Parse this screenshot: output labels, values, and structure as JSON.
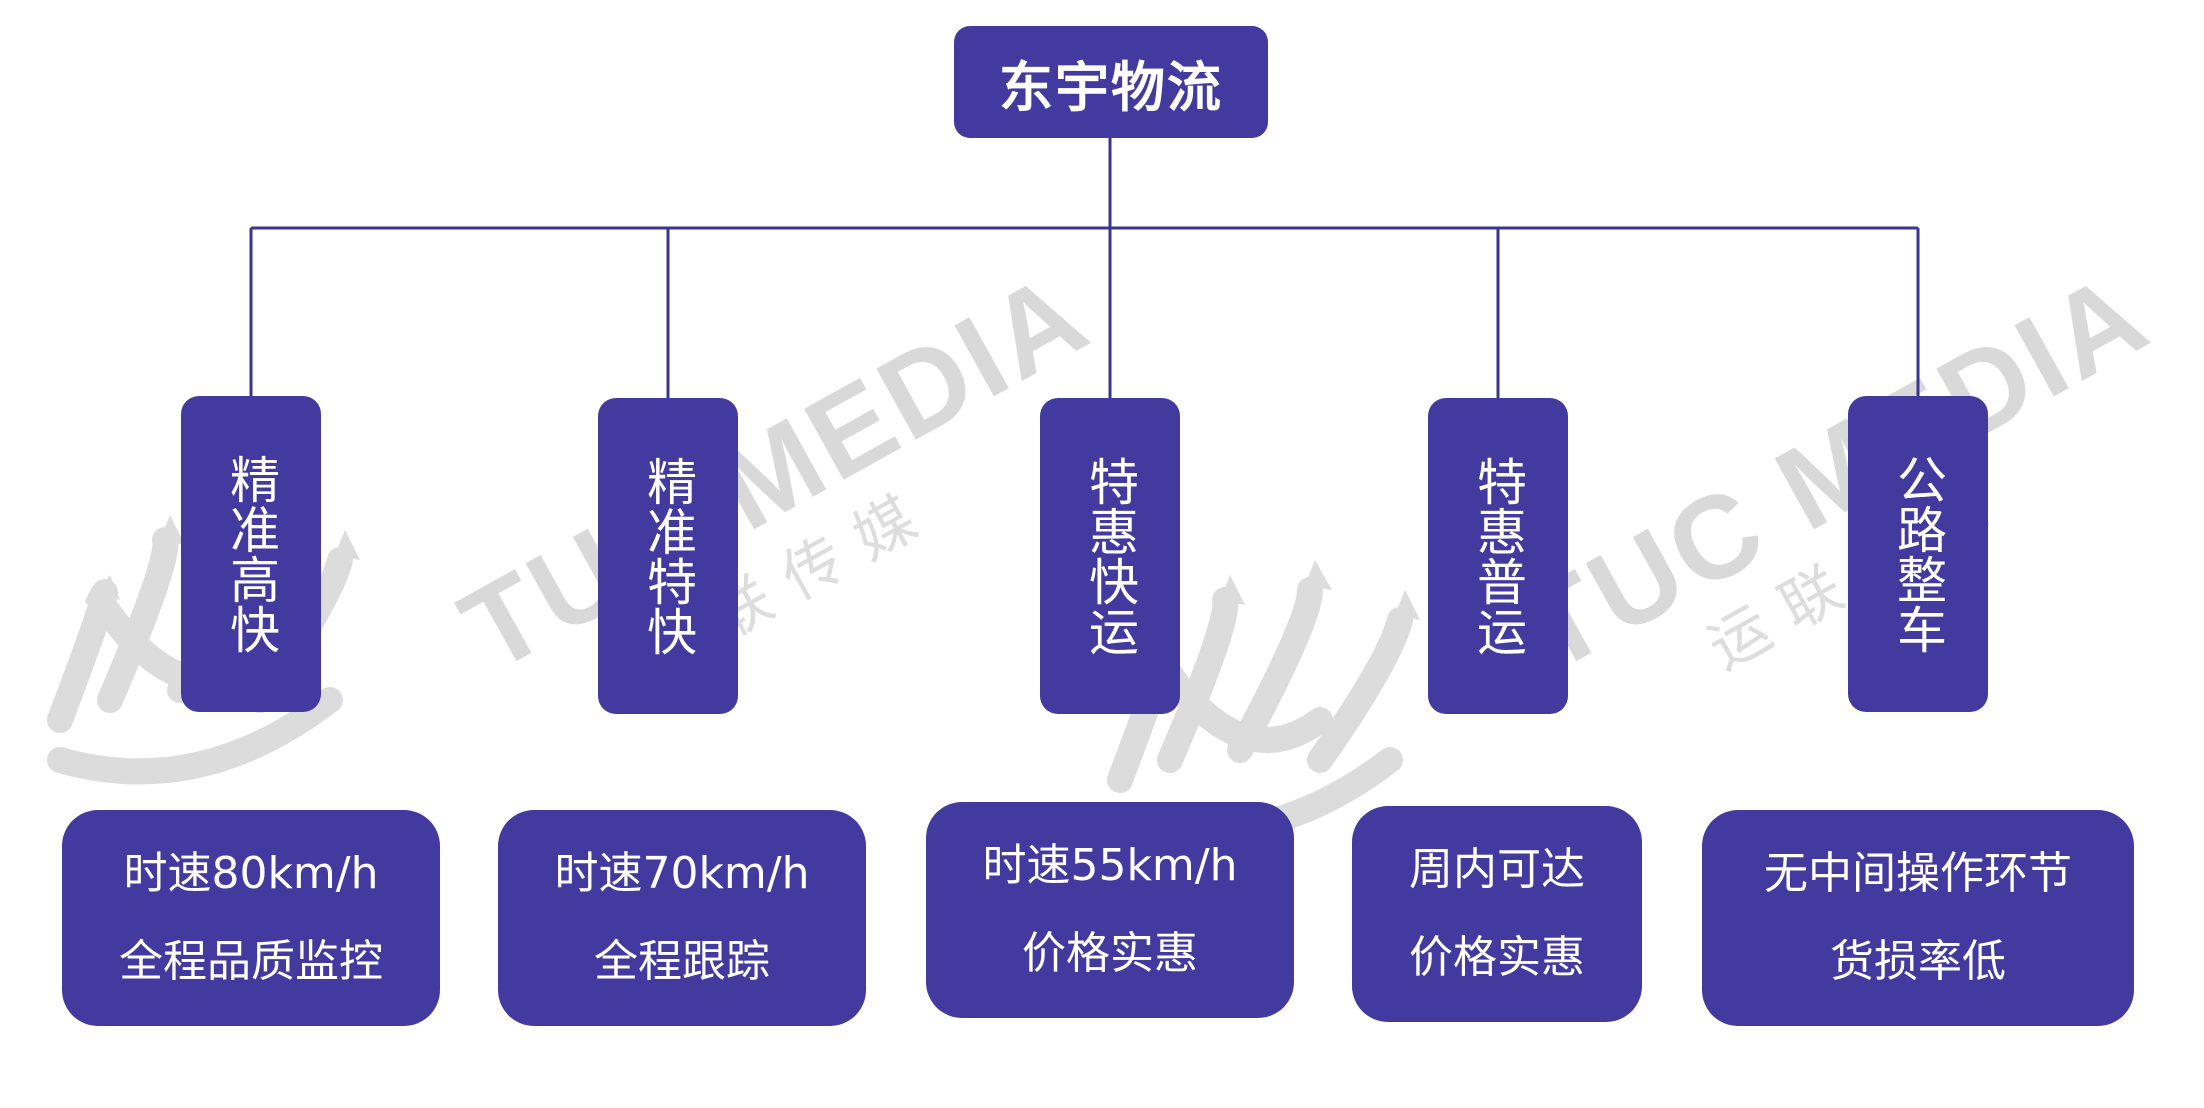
{
  "root": {
    "label": "东宇物流"
  },
  "branches": [
    {
      "title": "精准高快",
      "line1": "时速80km/h",
      "line2": "全程品质监控"
    },
    {
      "title": "精准特快",
      "line1": "时速70km/h",
      "line2": "全程跟踪"
    },
    {
      "title": "特惠快运",
      "line1": "时速55km/h",
      "line2": "价格实惠"
    },
    {
      "title": "特惠普运",
      "line1": "周内可达",
      "line2": "价格实惠"
    },
    {
      "title": "公路整车",
      "line1": "无中间操作环节",
      "line2": "货损率低"
    }
  ],
  "watermark": {
    "brand": "TUC MEDIA",
    "sub": "运联传媒"
  },
  "colors": {
    "box": "#433aa0",
    "line": "#3b3591",
    "text": "#ffffff",
    "watermark": "#d9d9d9"
  }
}
